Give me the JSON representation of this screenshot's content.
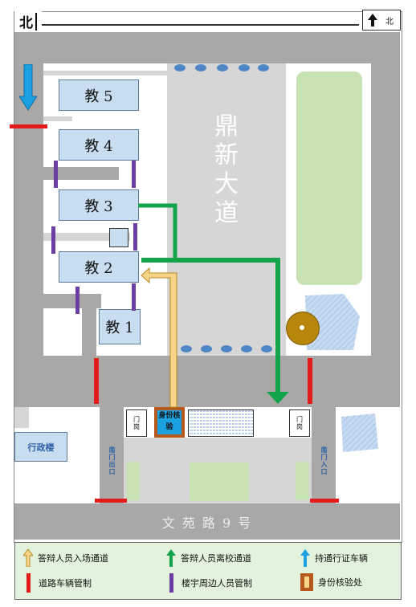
{
  "buildings": {
    "jiao5": "教 5",
    "jiao4": "教 4",
    "jiao3": "教 3",
    "jiao2": "教 2",
    "jiao1": "教 1",
    "admin": "行政楼"
  },
  "avenue": "鼎新大道",
  "street": "文 苑 路 9 号",
  "north_label_top": "北",
  "north_label_right": "北",
  "gates": {
    "left_guard": "门岗",
    "right_guard": "门岗",
    "south_exit": "南门出口",
    "south_entry": "南门入口"
  },
  "id_check": "身份核验",
  "legend": [
    {
      "icon": "yellow-arrow",
      "label": "答辩人员入场通道"
    },
    {
      "icon": "green-arrow",
      "label": "答辩人员离校通道"
    },
    {
      "icon": "blue-arrow",
      "label": "持通行证车辆"
    },
    {
      "icon": "red-bar",
      "label": "道路车辆管制"
    },
    {
      "icon": "purple-bar",
      "label": "楼宇周边人员管制"
    },
    {
      "icon": "id-check-box",
      "label": "身份核验处"
    }
  ],
  "colors": {
    "road": "#aaa7a7",
    "building": "#c9ddf1",
    "lawn": "#c8e2b4",
    "entry_path": "#f2c65e",
    "exit_path": "#13a34a",
    "vehicle_arrow": "#1ba1e2",
    "traffic_control": "#e31b1b",
    "people_control": "#6b3ea3",
    "id_check": "#b55a1c"
  }
}
